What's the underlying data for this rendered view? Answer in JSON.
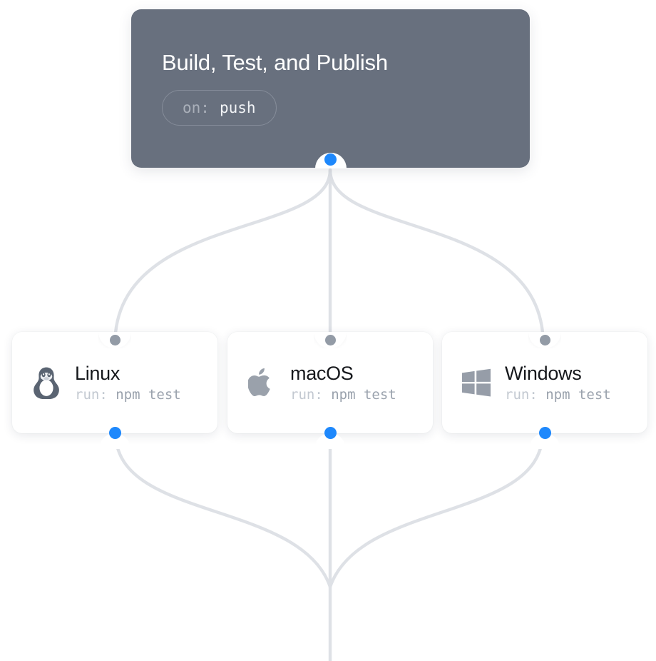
{
  "canvas": {
    "background": "#ffffff",
    "edge_color": "#dee1e6"
  },
  "trigger": {
    "title": "Build, Test, and Publish",
    "event_key": "on:",
    "event_value": "push",
    "background": "#68707e",
    "title_color": "#ffffff",
    "handle_color": "#1e88fc"
  },
  "jobs": [
    {
      "id": "linux",
      "name": "Linux",
      "icon": "linux-penguin-icon",
      "run_key": "run:",
      "run_command": "npm test",
      "icon_color": "#5a6472",
      "source_handle_color": "#1e88fc",
      "target_handle_color": "#939ba6"
    },
    {
      "id": "macos",
      "name": "macOS",
      "icon": "apple-icon",
      "run_key": "run:",
      "run_command": "npm test",
      "icon_color": "#9aa1ab",
      "source_handle_color": "#1e88fc",
      "target_handle_color": "#939ba6"
    },
    {
      "id": "windows",
      "name": "Windows",
      "icon": "windows-icon",
      "run_key": "run:",
      "run_command": "npm test",
      "icon_color": "#969da8",
      "source_handle_color": "#1e88fc",
      "target_handle_color": "#939ba6"
    }
  ]
}
